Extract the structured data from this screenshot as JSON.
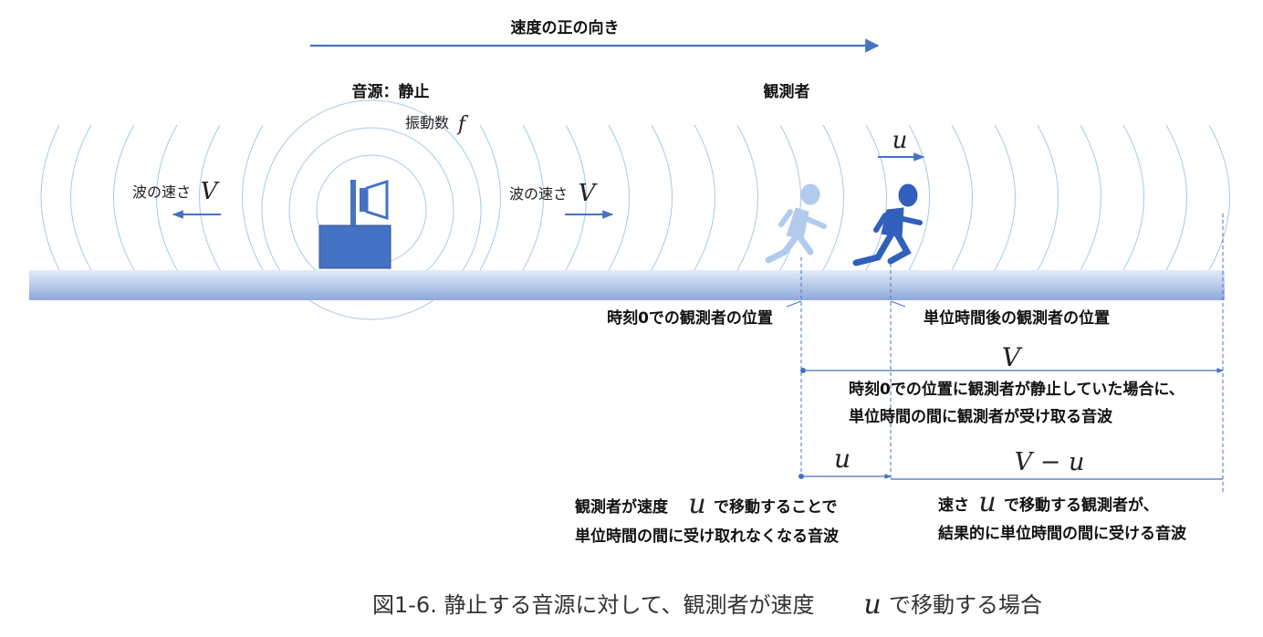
{
  "diagram": {
    "top_label": "速度の正の向き",
    "source_label": "音源：静止",
    "observer_label": "観測者",
    "freq_label": "振動数",
    "freq_symbol": "f",
    "wave_speed_left_label": "波の速さ",
    "wave_speed_left_symbol": "V",
    "wave_speed_right_label": "波の速さ",
    "wave_speed_right_symbol": "V",
    "observer_velocity_symbol": "u",
    "pos_t0_label": "時刻0での観測者の位置",
    "pos_t1_label": "単位時間後の観測者の位置",
    "V_symbol": "V",
    "stationary_text_line1": "時刻0での位置に観測者が静止していた場合に、",
    "stationary_text_line2": "単位時間の間に観測者が受け取る音波",
    "u_segment_symbol": "u",
    "vu_segment_symbol": "V − u",
    "moving_loss_line1_a": "観測者が速度",
    "moving_loss_symbol": "u",
    "moving_loss_line1_b": "で移動することで",
    "moving_loss_line2": "単位時間の間に受け取れなくなる音波",
    "received_line1_a": "速さ",
    "received_symbol": "u",
    "received_line1_b": "で移動する観測者が、",
    "received_line2": "結果的に単位時間の間に受ける音波",
    "caption_a": "図1-6. 静止する音源に対して、観測者が速度",
    "caption_symbol": "u",
    "caption_b": "で移動する場合"
  },
  "colors": {
    "accent": "#4472c4",
    "wave": "#9dc3e6",
    "ground_top": "#dce6f5",
    "ground_bottom": "#8faadc",
    "observer_dark": "#2f5bb7",
    "observer_light": "#a9c5eb"
  }
}
